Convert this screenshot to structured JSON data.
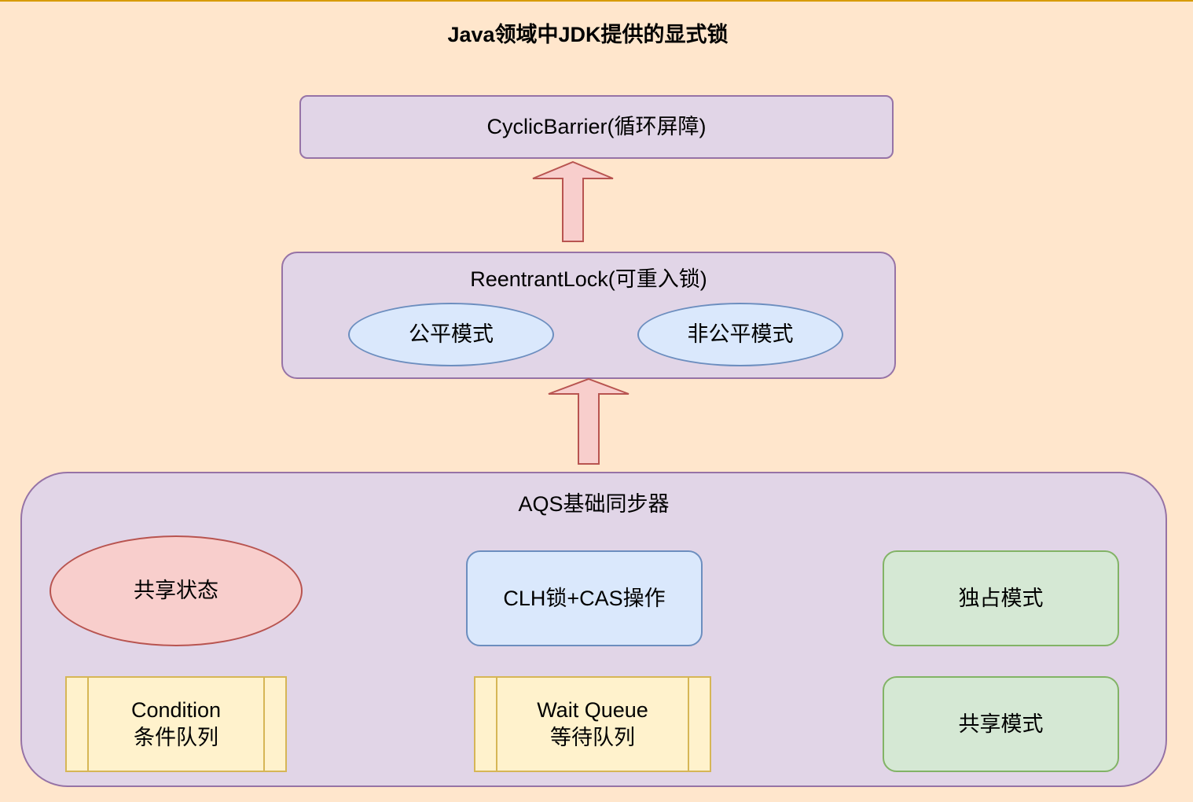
{
  "title": "Java领域中JDK提供的显式锁",
  "nodes": {
    "cyclic_barrier": "CyclicBarrier(循环屏障)",
    "reentrant_lock": "ReentrantLock(可重入锁)",
    "fair_mode": "公平模式",
    "unfair_mode": "非公平模式",
    "aqs": "AQS基础同步器",
    "shared_state": "共享状态",
    "clh_cas": "CLH锁+CAS操作",
    "exclusive_mode": "独占模式",
    "condition_line1": "Condition",
    "condition_line2": "条件队列",
    "wait_queue_line1": "Wait Queue",
    "wait_queue_line2": "等待队列",
    "shared_mode": "共享模式"
  },
  "edges": [
    {
      "from": "AQS基础同步器",
      "to": "ReentrantLock(可重入锁)",
      "style": "block-arrow-up"
    },
    {
      "from": "ReentrantLock(可重入锁)",
      "to": "CyclicBarrier(循环屏障)",
      "style": "block-arrow-up"
    }
  ],
  "colors": {
    "background": "#ffe6cc",
    "purple_fill": "#e1d5e7",
    "purple_stroke": "#9673a6",
    "blue_fill": "#dae8fc",
    "blue_stroke": "#6c8ebf",
    "green_fill": "#d5e8d4",
    "green_stroke": "#82b366",
    "red_fill": "#f8cecc",
    "red_stroke": "#b85450",
    "yellow_fill": "#fff2cc",
    "yellow_stroke": "#d6b656"
  }
}
